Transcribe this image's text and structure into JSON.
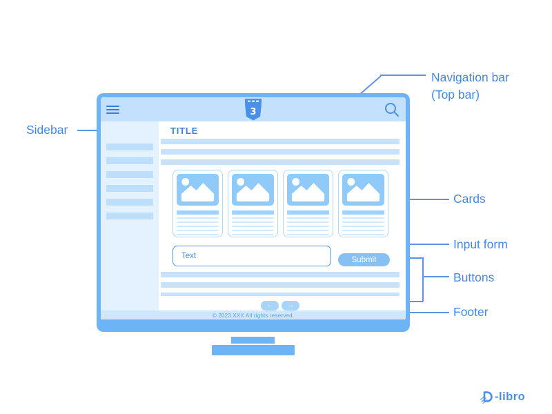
{
  "annotations": {
    "navbar_line1": "Navigation bar",
    "navbar_line2": "(Top bar)",
    "sidebar": "Sidebar",
    "cards": "Cards",
    "input_form": "Input form",
    "buttons": "Buttons",
    "footer": "Footer",
    "label_color": "#4387e8",
    "line_color": "#5b94e6"
  },
  "mockup": {
    "navbar": {
      "menu_icon": "hamburger-icon",
      "logo_icon": "css3-shield-logo",
      "logo_text": "3",
      "search_icon": "magnifier-icon",
      "background": "#c3e1fc"
    },
    "sidebar": {
      "item_count": 6,
      "background": "#e4f1fe"
    },
    "content": {
      "title": "TITLE",
      "intro_line_count": 3,
      "card_count": 4,
      "card_image_icon": "image-placeholder-mountain-sun",
      "form": {
        "input_value": "Text",
        "submit_label": "Submit"
      },
      "body_line_count": 3,
      "pagination": {
        "prev": "←",
        "next": "→"
      }
    },
    "footer": {
      "text": "© 2023 XXX All rights reserved.",
      "background": "#cde7fd"
    },
    "frame_color": "#6db4f6"
  },
  "branding": {
    "name": "-libro",
    "icon": "dlibro-book-logo",
    "color": "#4a8fe8"
  }
}
